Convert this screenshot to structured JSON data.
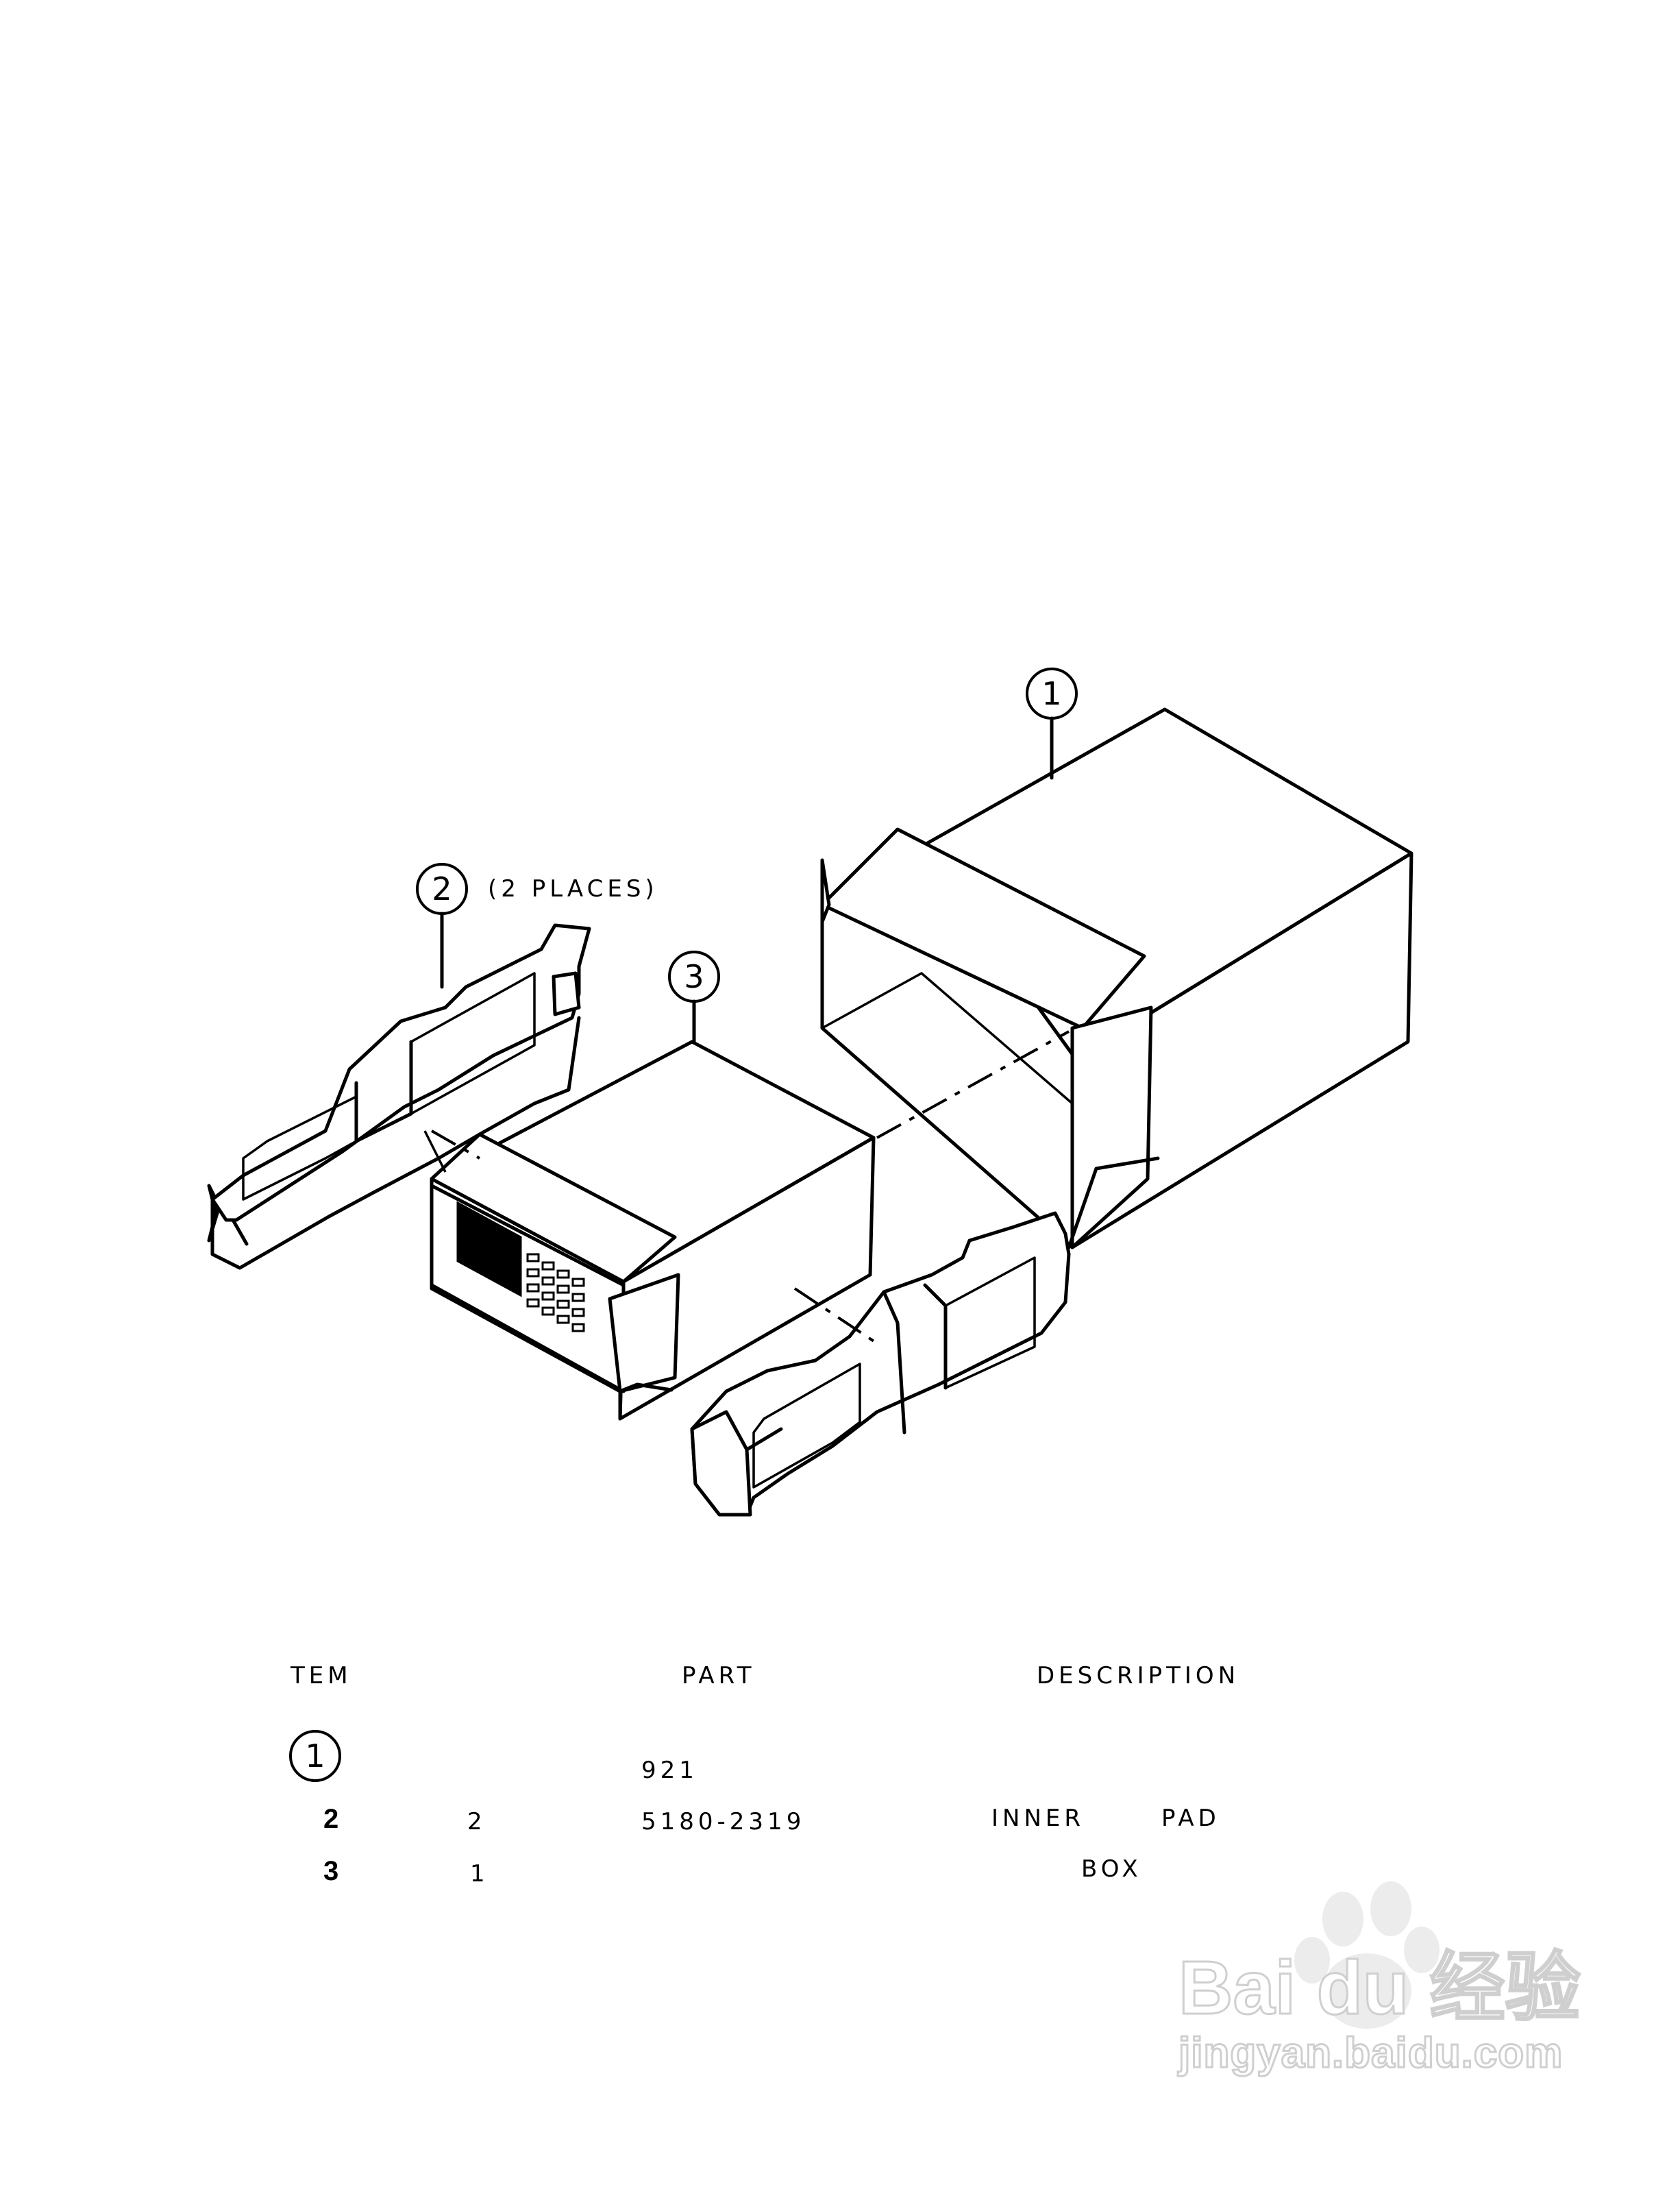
{
  "diagram": {
    "callouts": [
      {
        "id": "1",
        "label": "1"
      },
      {
        "id": "2",
        "label": "2",
        "note": "(2 PLACES)"
      },
      {
        "id": "3",
        "label": "3"
      }
    ]
  },
  "table": {
    "headers": {
      "item": "TEM",
      "part": "PART",
      "description": "DESCRIPTION"
    },
    "rows": [
      {
        "item": "1",
        "qty": "",
        "part": "921",
        "desc_1": "",
        "desc_2": ""
      },
      {
        "item": "2",
        "qty": "2",
        "part": "5180-2319",
        "desc_1": "INNER",
        "desc_2": "PAD"
      },
      {
        "item": "3",
        "qty": "1",
        "part": "",
        "desc_1": "BOX",
        "desc_2": ""
      }
    ]
  },
  "watermark": {
    "logo_text": "Bai du 经验",
    "url": "jingyan.baidu.com",
    "icon": "paw-icon"
  }
}
